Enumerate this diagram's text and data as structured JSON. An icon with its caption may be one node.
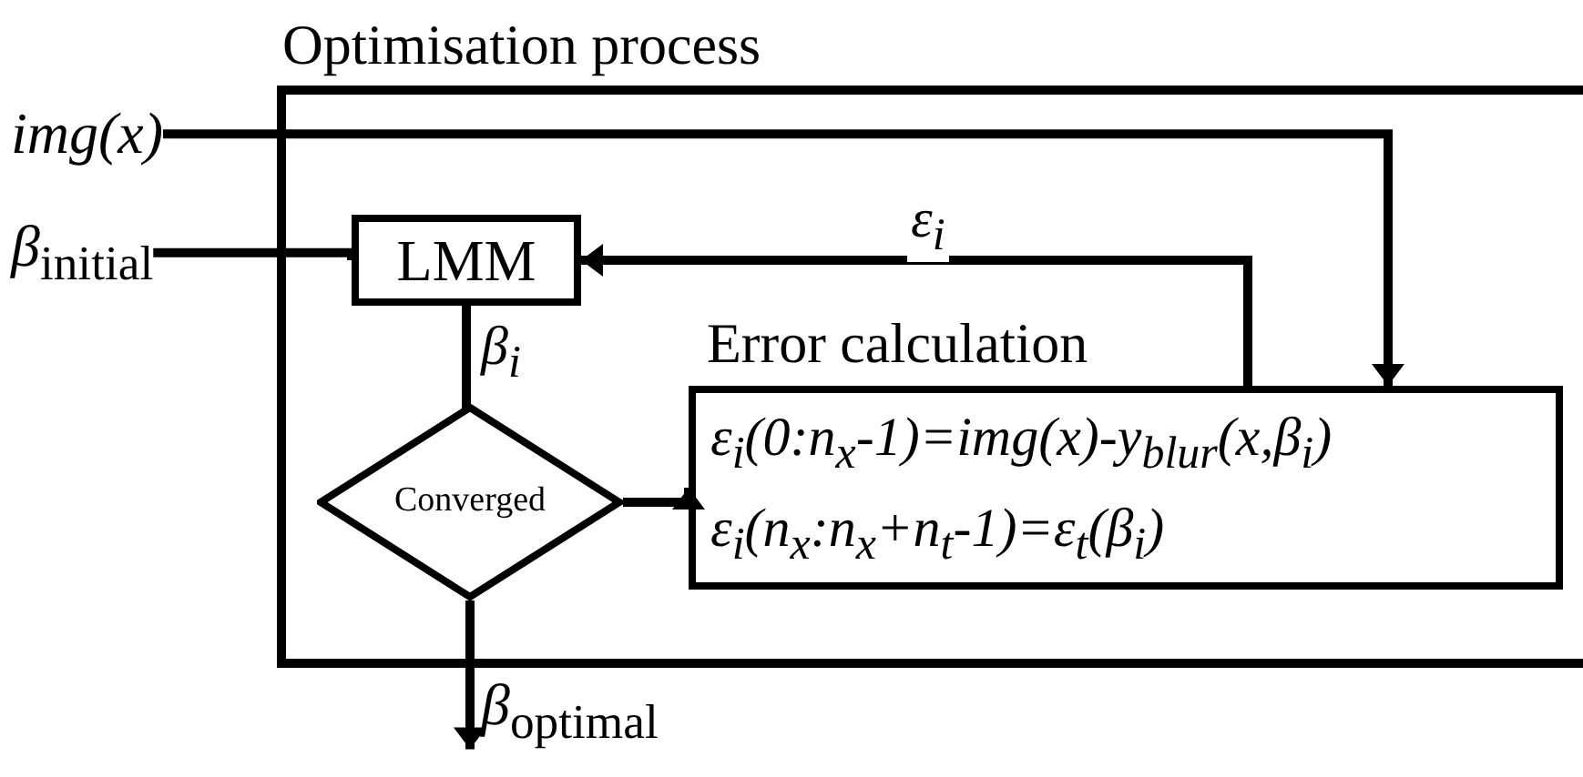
{
  "diagram": {
    "nodes": [
      {
        "text": [
          "Optimisation process"
        ]
      },
      {
        "text": [
          "img(x)"
        ]
      },
      {
        "text": [
          "*β*$_{initial}$"
        ]
      },
      {
        "text": [
          "LMM"
        ],
        "in": 0
      },
      {
        "text": [
          "Converged"
        ],
        "in": 0
      },
      {
        "text": [
          "Error calculation",
          "ε$_{i}$(0:n$_{x}$-1)=img(x)-y$_{blur}$(x,β$_{i}$)",
          "ε$_{i}$(n$_{x}$:n$_{x}$+n$_{t}$-1)=ε$_{t}$(β$_{i}$)"
        ],
        "in": 0
      },
      {
        "text": [
          "*β*$_{optimal}$"
        ]
      }
    ],
    "edges": [
      {
        "from": 1,
        "to": 5,
        "arrow": "to"
      },
      {
        "from": 2,
        "to": 3,
        "arrow": "none"
      },
      {
        "from": 5,
        "to": 3,
        "arrow": "to",
        "label": "ε$_{i}$"
      },
      {
        "from": 3,
        "to": 4,
        "arrow": "none",
        "label": "β$_{i}$"
      },
      {
        "from": 4,
        "to": 5,
        "arrow": "to"
      },
      {
        "from": 4,
        "to": 6,
        "arrow": "to"
      }
    ]
  }
}
